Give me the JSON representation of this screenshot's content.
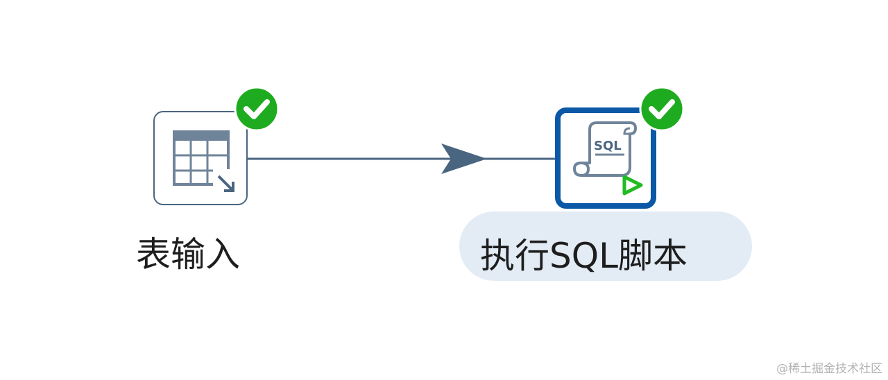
{
  "canvas": {
    "steps": [
      {
        "label": "表输入",
        "icon": "table-input-icon",
        "status": "success",
        "selected": false
      },
      {
        "label": "执行SQL脚本",
        "icon": "sql-script-icon",
        "icon_text": "SQL",
        "status": "success",
        "selected": true
      }
    ],
    "hop": {
      "from": "表输入",
      "to": "执行SQL脚本",
      "color": "#4a6580"
    }
  },
  "colors": {
    "success": "#1fab1f",
    "selection_border": "#0a58a6",
    "selection_label_bg": "#e3ecf5",
    "run_triangle": "#22bb22"
  },
  "watermark": "@稀土掘金技术社区"
}
